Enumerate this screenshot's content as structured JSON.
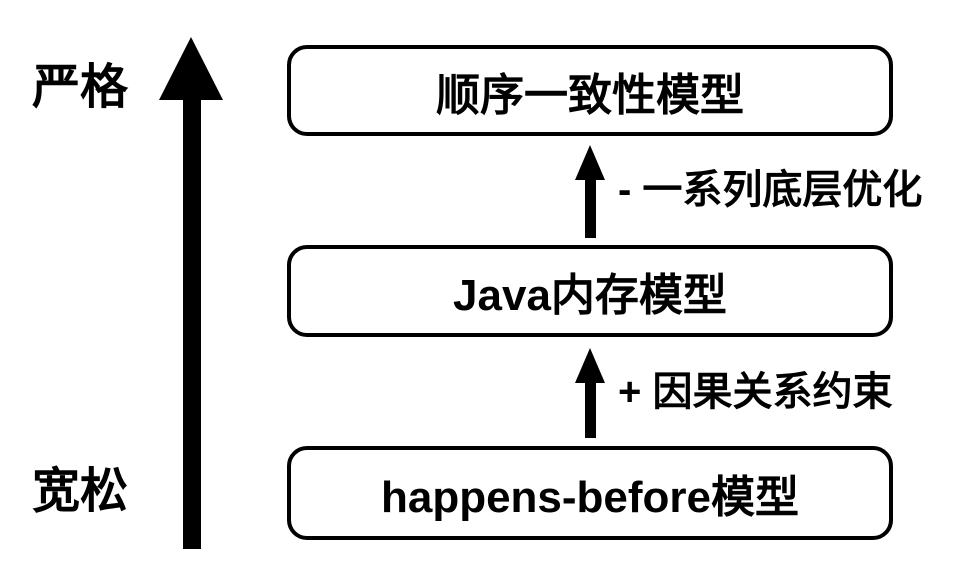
{
  "diagram": {
    "title_context": "memory model strictness hierarchy",
    "axis": {
      "top_label": "严格",
      "bottom_label": "宽松"
    },
    "boxes": [
      {
        "id": "sequential-consistency-model",
        "label": "顺序一致性模型"
      },
      {
        "id": "java-memory-model",
        "label": "Java内存模型"
      },
      {
        "id": "happens-before-model",
        "label": "happens-before模型"
      }
    ],
    "transitions": [
      {
        "from": "java-memory-model",
        "to": "sequential-consistency-model",
        "label": "- 一系列底层优化"
      },
      {
        "from": "happens-before-model",
        "to": "java-memory-model",
        "label": "+ 因果关系约束"
      }
    ],
    "colors": {
      "foreground": "#000000",
      "background": "#ffffff"
    }
  }
}
